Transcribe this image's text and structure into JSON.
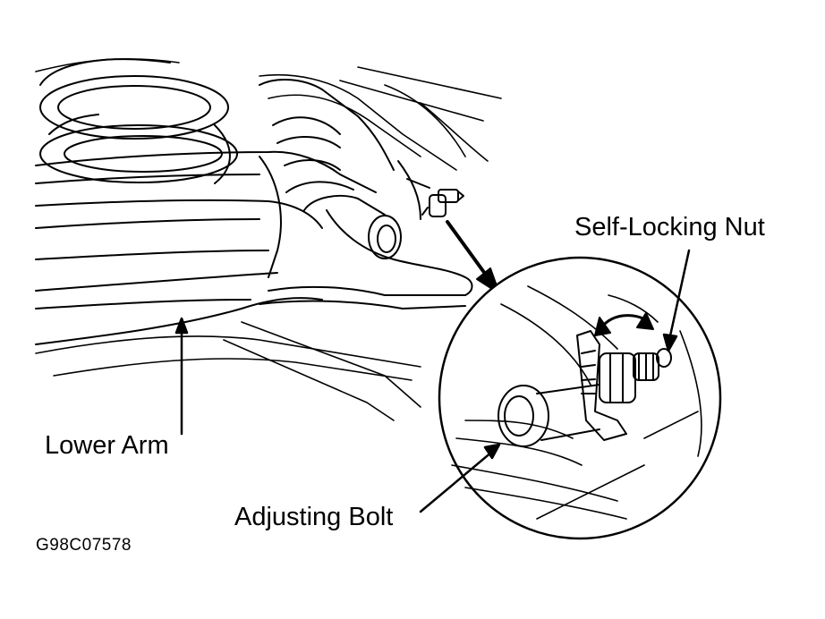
{
  "labels": {
    "self_locking_nut": "Self-Locking Nut",
    "lower_arm": "Lower Arm",
    "adjusting_bolt": "Adjusting Bolt",
    "figure_code": "G98C07578"
  },
  "colors": {
    "line": "#000000",
    "background": "#ffffff"
  }
}
